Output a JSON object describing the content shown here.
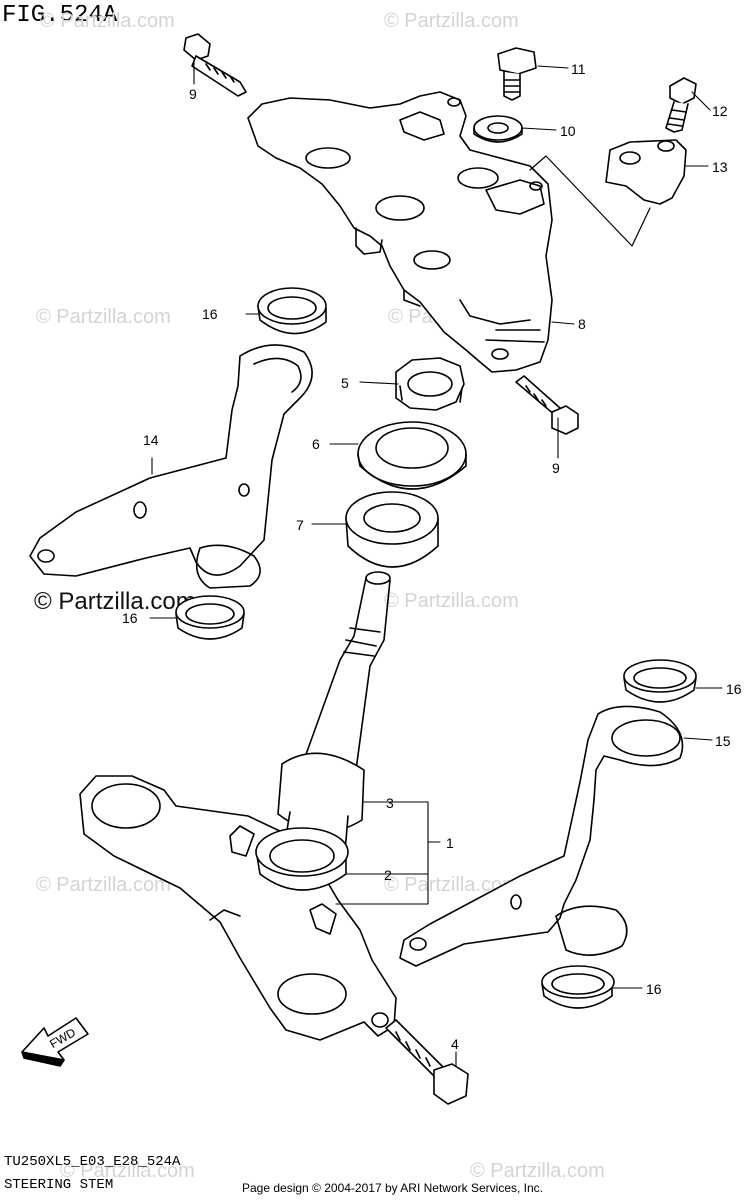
{
  "header": {
    "figure": "FIG.524A"
  },
  "footer": {
    "code": "TU250XL5_E03_E28_524A",
    "name": "STEERING STEM",
    "credit": "Page design © 2004-2017 by ARI Network Services, Inc."
  },
  "watermark": {
    "text": "© Partzilla.com"
  },
  "fwd_label": "FWD",
  "callouts": [
    {
      "id": "c9a",
      "label": "9"
    },
    {
      "id": "c11",
      "label": "11"
    },
    {
      "id": "c10",
      "label": "10"
    },
    {
      "id": "c12",
      "label": "12"
    },
    {
      "id": "c13",
      "label": "13"
    },
    {
      "id": "c16a",
      "label": "16"
    },
    {
      "id": "c8",
      "label": "8"
    },
    {
      "id": "c5",
      "label": "5"
    },
    {
      "id": "c9b",
      "label": "9"
    },
    {
      "id": "c14",
      "label": "14"
    },
    {
      "id": "c6",
      "label": "6"
    },
    {
      "id": "c7",
      "label": "7"
    },
    {
      "id": "c16b",
      "label": "16"
    },
    {
      "id": "c16c",
      "label": "16"
    },
    {
      "id": "c15",
      "label": "15"
    },
    {
      "id": "c3",
      "label": "3"
    },
    {
      "id": "c1",
      "label": "1"
    },
    {
      "id": "c2",
      "label": "2"
    },
    {
      "id": "c16d",
      "label": "16"
    },
    {
      "id": "c4",
      "label": "4"
    }
  ]
}
